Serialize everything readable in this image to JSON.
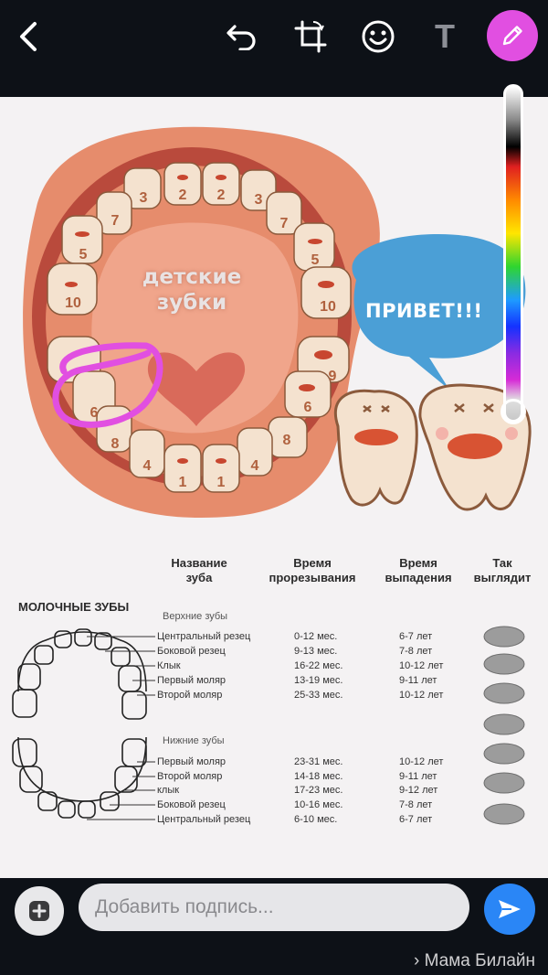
{
  "toolbar": {
    "icons": [
      "back-icon",
      "undo-icon",
      "crop-rotate-icon",
      "emoji-icon",
      "text-icon",
      "pencil-icon"
    ],
    "text_tool_glyph": "T",
    "accent": "#e14fe1"
  },
  "image": {
    "cloud_title": [
      "детские",
      "зубки"
    ],
    "bubble_text": "ПРИВЕТ!!!",
    "upper_tooth_numbers": [
      "3",
      "2",
      "2",
      "3",
      "7",
      "7",
      "5",
      "5",
      "10",
      "10"
    ],
    "lower_tooth_numbers": [
      "9",
      "6",
      "6",
      "8",
      "8",
      "4",
      "4",
      "1",
      "1"
    ],
    "table": {
      "headers": {
        "name": [
          "Название",
          "зуба"
        ],
        "eruption": [
          "Время",
          "прорезывания"
        ],
        "loss": [
          "Время",
          "выпадения"
        ],
        "looks": [
          "Так",
          "выглядит"
        ]
      },
      "section_title": "МОЛОЧНЫЕ ЗУБЫ",
      "upper_label": "Верхние зубы",
      "lower_label": "Нижние зубы",
      "upper_rows": [
        {
          "name": "Центральный резец",
          "eruption": "0-12 мес.",
          "loss": "6-7 лет"
        },
        {
          "name": "Боковой резец",
          "eruption": "9-13 мес.",
          "loss": "7-8 лет"
        },
        {
          "name": "Клык",
          "eruption": "16-22 мес.",
          "loss": "10-12 лет"
        },
        {
          "name": "Первый моляр",
          "eruption": "13-19 мес.",
          "loss": "9-11 лет"
        },
        {
          "name": "Второй моляр",
          "eruption": "25-33 мес.",
          "loss": "10-12 лет"
        }
      ],
      "lower_rows": [
        {
          "name": "Первый моляр",
          "eruption": "23-31 мес.",
          "loss": "10-12 лет"
        },
        {
          "name": "Второй моляр",
          "eruption": "14-18 мес.",
          "loss": "9-11 лет"
        },
        {
          "name": "клык",
          "eruption": "17-23 мес.",
          "loss": "9-12 лет"
        },
        {
          "name": "Боковой резец",
          "eruption": "10-16 мес.",
          "loss": "7-8 лет"
        },
        {
          "name": "Центральный резец",
          "eruption": "6-10 мес.",
          "loss": "6-7 лет"
        }
      ]
    }
  },
  "caption": {
    "placeholder": "Добавить подпись...",
    "add_icon": "add-media-icon",
    "send_icon": "send-icon"
  },
  "recipient": {
    "label": "› Мама Билайн"
  }
}
